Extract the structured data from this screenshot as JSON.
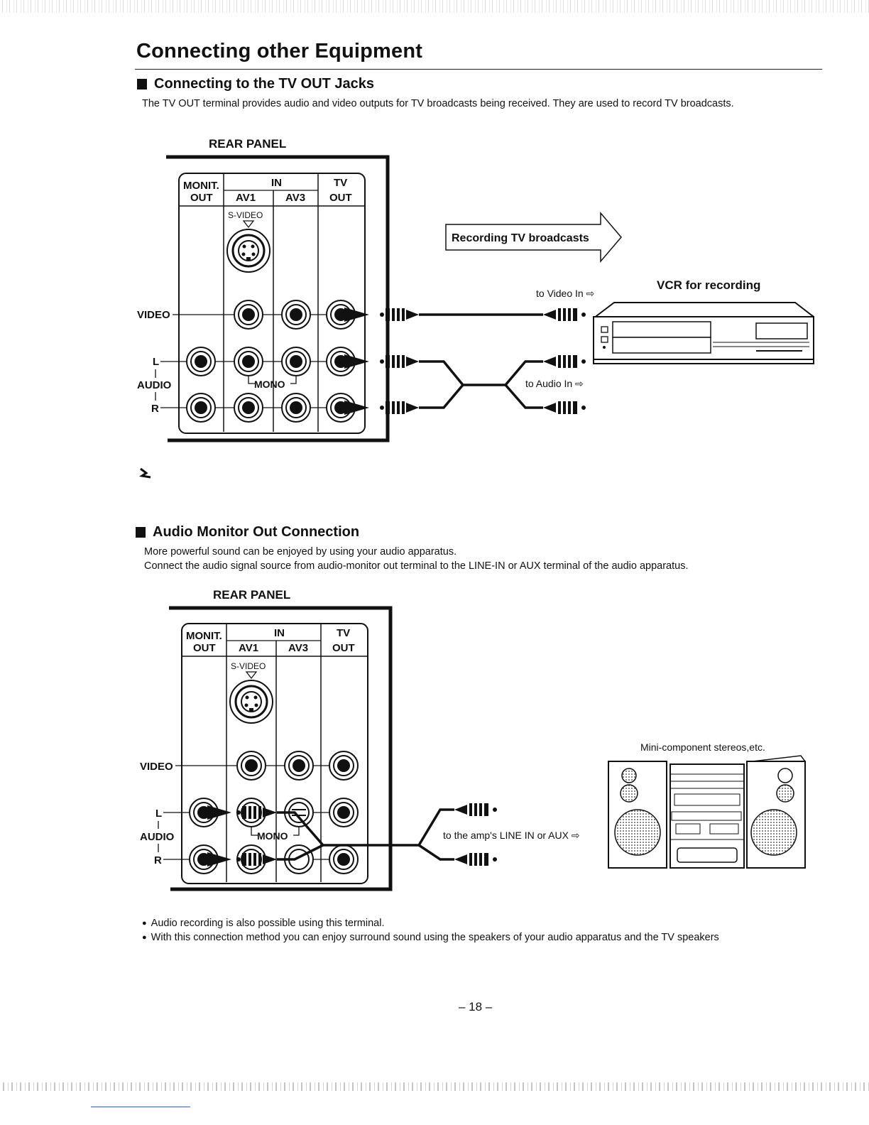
{
  "page": {
    "title": "Connecting other Equipment",
    "page_number": "– 18 –"
  },
  "section1": {
    "heading": "Connecting to the TV OUT Jacks",
    "description": "The TV OUT terminal provides audio and video outputs for TV broadcasts being received. They are used to record TV broadcasts.",
    "panel_label": "REAR PANEL",
    "panel_headers": {
      "monit_out_1": "MONIT.",
      "monit_out_2": "OUT",
      "in": "IN",
      "av1": "AV1",
      "av3": "AV3",
      "tv_1": "TV",
      "tv_2": "OUT"
    },
    "svideo_label": "S-VIDEO",
    "row_labels": {
      "video": "VIDEO",
      "l": "L",
      "audio": "AUDIO",
      "r": "R",
      "mono": "MONO"
    },
    "recording_box": "Recording TV broadcasts",
    "to_video_in": "to Video In ⇨",
    "to_audio_in": "to Audio In ⇨",
    "vcr_label": "VCR for recording"
  },
  "section2": {
    "heading": "Audio Monitor Out Connection",
    "description_1": "More powerful sound can be enjoyed by using your audio apparatus.",
    "description_2": "Connect the audio signal source from audio-monitor out terminal to the LINE-IN or AUX terminal of the audio apparatus.",
    "panel_label": "REAR PANEL",
    "panel_headers": {
      "monit_out_1": "MONIT.",
      "monit_out_2": "OUT",
      "in": "IN",
      "av1": "AV1",
      "av3": "AV3",
      "tv_1": "TV",
      "tv_2": "OUT"
    },
    "svideo_label": "S-VIDEO",
    "row_labels": {
      "video": "VIDEO",
      "l": "L",
      "audio": "AUDIO",
      "r": "R",
      "mono": "MONO"
    },
    "to_amp": "to the amp's LINE IN or AUX ⇨",
    "stereo_label": "Mini-component stereos,etc."
  },
  "notes": [
    "Audio recording is also possible using this terminal.",
    "With this connection method you can enjoy surround sound using the speakers of your audio apparatus and the TV speakers"
  ]
}
